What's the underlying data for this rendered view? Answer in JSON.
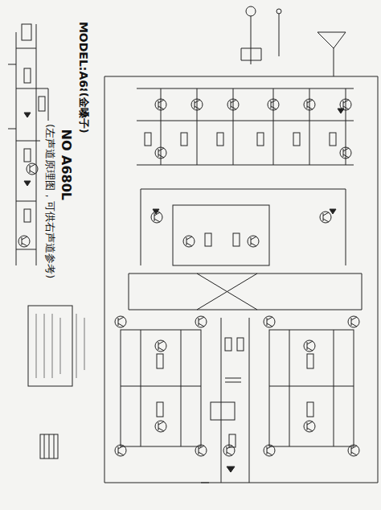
{
  "diagram": {
    "labels": [
      "MODEL:A680",
      "(金嗓子)",
      "NO A680L",
      "(左声道原理图，可供右声道参考)"
    ]
  }
}
